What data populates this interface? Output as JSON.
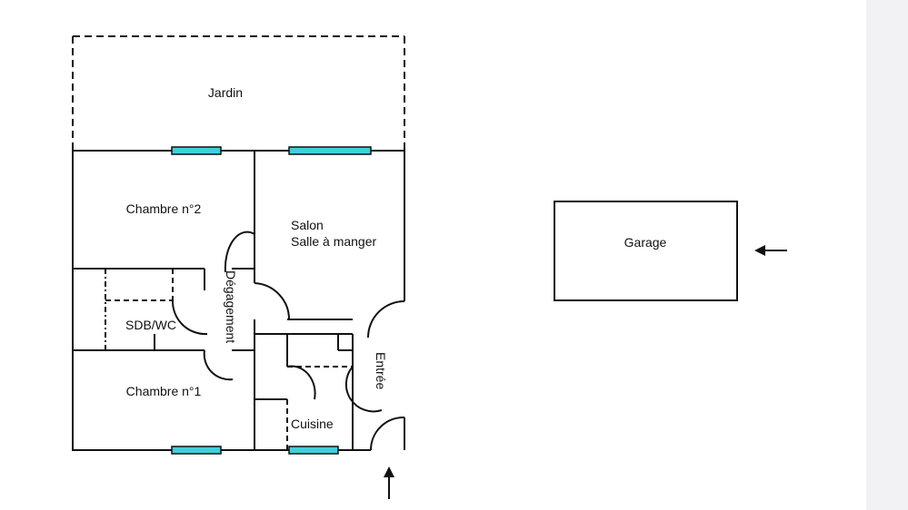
{
  "plan": {
    "rooms": {
      "jardin": "Jardin",
      "chambre2": "Chambre n°2",
      "salon": "Salon",
      "salle_a_manger": "Salle à manger",
      "degagement": "Dégagement",
      "sdb_wc": "SDB/WC",
      "chambre1": "Chambre n°1",
      "entree": "Entrée",
      "cuisine": "Cuisine",
      "garage": "Garage"
    },
    "colors": {
      "wall": "#111111",
      "window": "#3fd0dc",
      "background": "#ffffff"
    }
  }
}
